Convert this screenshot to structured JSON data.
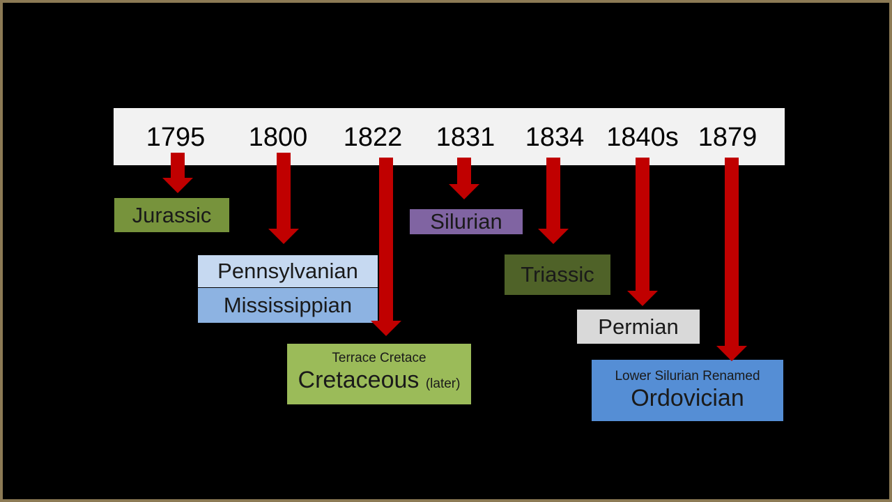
{
  "timeline": {
    "years": [
      "1795",
      "1800",
      "1822",
      "1831",
      "1834",
      "1840s",
      "1879"
    ]
  },
  "periods": {
    "jurassic": "Jurassic",
    "pennsylvanian": "Pennsylvanian",
    "mississippian": "Mississippian",
    "silurian": "Silurian",
    "triassic": "Triassic",
    "permian": "Permian",
    "cretaceous": {
      "top_text": "Terrace Cretace",
      "name": "Cretaceous",
      "note": "(later)"
    },
    "ordovician": {
      "top_text": "Lower Silurian Renamed",
      "name": "Ordovician"
    }
  },
  "colors": {
    "background": "#000000",
    "frame": "#8c7a55",
    "timeline_bar": "#f2f2f2",
    "arrow": "#c00000",
    "jurassic": "#77933c",
    "pennsylvanian": "#c6d9f1",
    "mississippian": "#8db3e2",
    "silurian": "#8064a2",
    "triassic": "#4f6228",
    "permian": "#d9d9d9",
    "cretaceous": "#9bbb59",
    "ordovician": "#558ed5"
  }
}
